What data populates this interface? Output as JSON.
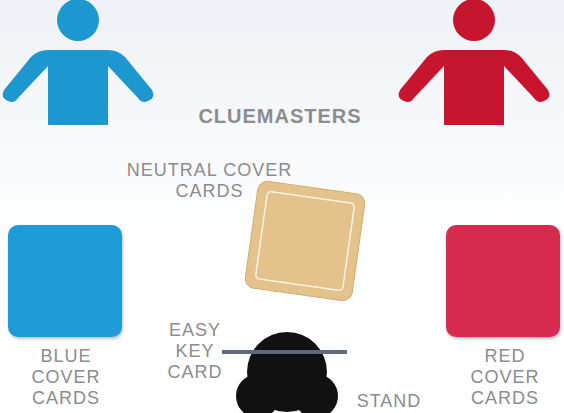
{
  "diagram": {
    "nodes": [
      {
        "text": [
          "NEUTRAL COVER CARDS"
        ]
      },
      {
        "text": [
          "BLUE COVER CARDS"
        ]
      },
      {
        "text": [
          "RED COVER CARDS"
        ]
      },
      {
        "text": [
          "STAND"
        ]
      }
    ],
    "labels": [
      "CLUEMASTERS",
      "EASY KEY CARD"
    ]
  }
}
